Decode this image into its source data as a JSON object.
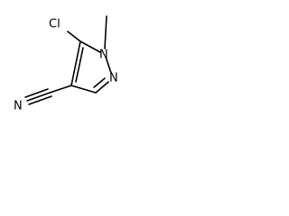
{
  "molecule": {
    "atoms": {
      "chlorine": "Cl",
      "nitrogen_1": "N",
      "nitrogen_2": "N",
      "nitrile_nitrogen": "N"
    }
  }
}
